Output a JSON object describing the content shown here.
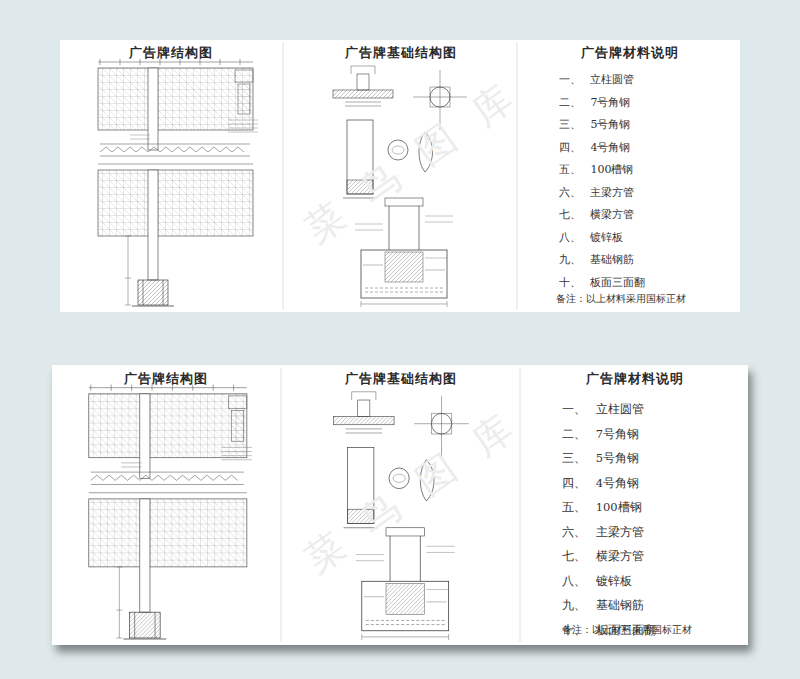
{
  "diagram": {
    "nodes": [
      {
        "text": [
          "广告牌结构图"
        ]
      },
      {
        "text": [
          "广告牌基础结构图"
        ]
      },
      {
        "text": [
          "广告牌材料说明",
          "一、 立柱圆管",
          "二、 7号角钢",
          "三、 5号角钢",
          "四、 4号角钢",
          "五、 100槽钢",
          "六、 主梁方管",
          "七、 横梁方管",
          "八、 镀锌板",
          "九、 基础钢筋",
          "十、 板面三面翻",
          "备注：以上材料采用国标正材"
        ]
      },
      {
        "text": [
          "广告牌结构图"
        ]
      },
      {
        "text": [
          "广告牌基础结构图"
        ]
      },
      {
        "text": [
          "广告牌材料说明",
          "一、 立柱圆管",
          "二、 7号角钢",
          "三、 5号角钢",
          "四、 4号角钢",
          "五、 100槽钢",
          "六、 主梁方管",
          "七、 横梁方管",
          "八、 镀锌板",
          "九、 基础钢筋",
          "十、 板面三面翻",
          "备注：以上材料采用国标正材"
        ]
      }
    ],
    "labels": [
      "菜鸟图库",
      "菜鸟图库"
    ]
  }
}
